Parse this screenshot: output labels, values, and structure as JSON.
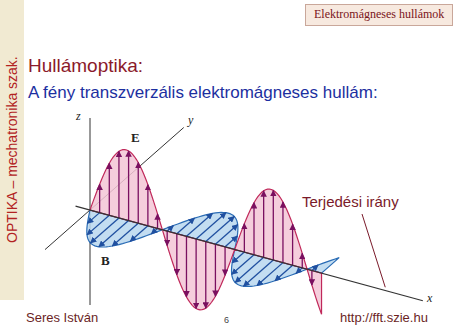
{
  "diagram": {
    "title": "Hullámoptika:",
    "nodes": [
      {
        "text": [
          "Elektromágneses hullámok"
        ]
      },
      {
        "text": [
          "OPTIKA – mechatronika szak."
        ]
      }
    ],
    "labels": [
      "A fény transzverzális elektromágneses hullám:",
      "E",
      "B",
      "x",
      "y",
      "z",
      "Terjedési irány",
      "Seres István",
      "6",
      "http://fft.szie.hu"
    ]
  }
}
